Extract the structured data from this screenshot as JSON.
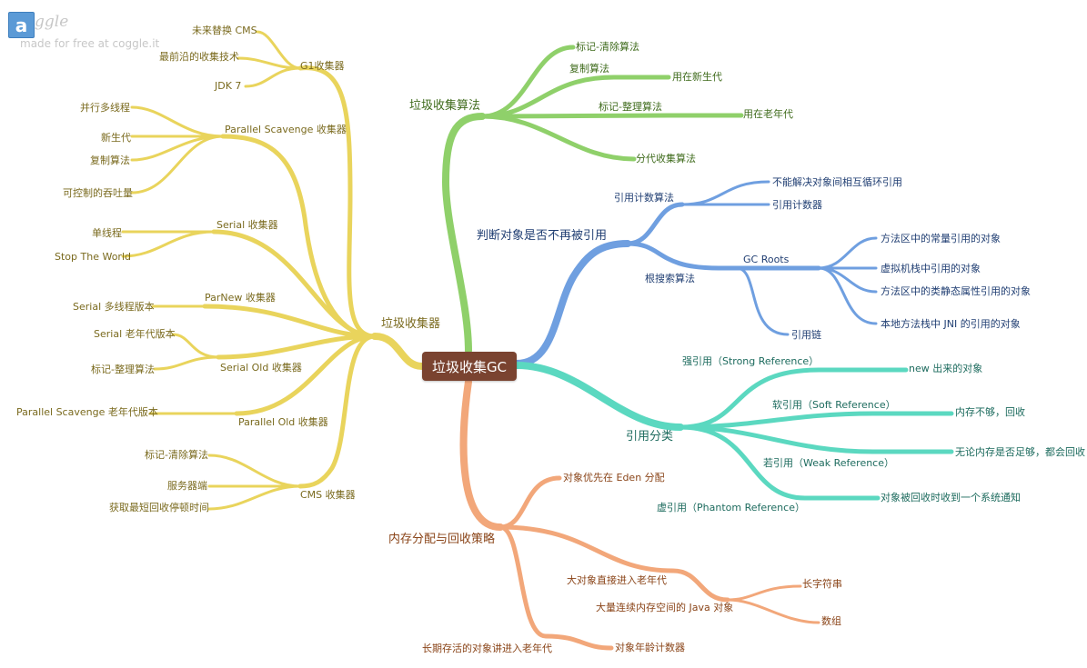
{
  "brand": {
    "logo_glyph": "a",
    "logo_text": "ggle",
    "tagline": "made for free at coggle.it"
  },
  "root": "垃圾收集GC",
  "colors": {
    "yellow": "#e9d45c",
    "green": "#8fd06a",
    "blue": "#6f9fe0",
    "teal": "#5bd8c0",
    "orange": "#f2a77a",
    "root": "#7a4330"
  },
  "collectors": {
    "title": "垃圾收集器",
    "g1": {
      "title": "G1收集器",
      "items": [
        "未来替换 CMS",
        "最前沿的收集技术",
        "JDK 7"
      ]
    },
    "parallel_scavenge": {
      "title": "Parallel Scavenge 收集器",
      "items": [
        "并行多线程",
        "新生代",
        "复制算法",
        "可控制的吞吐量"
      ]
    },
    "serial": {
      "title": "Serial 收集器",
      "items": [
        "单线程",
        "Stop The World"
      ]
    },
    "parnew": {
      "title": "ParNew 收集器",
      "items": [
        "Serial 多线程版本"
      ]
    },
    "serial_old": {
      "title": "Serial Old 收集器",
      "items": [
        "Serial 老年代版本",
        "标记-整理算法"
      ]
    },
    "parallel_old": {
      "title": "Parallel Old 收集器",
      "items": [
        "Parallel Scavenge 老年代版本"
      ]
    },
    "cms": {
      "title": "CMS 收集器",
      "items": [
        "标记-清除算法",
        "服务器端",
        "获取最短回收停顿时间"
      ]
    }
  },
  "algorithms": {
    "title": "垃圾收集算法",
    "mark_sweep": "标记-清除算法",
    "copying": {
      "title": "复制算法",
      "note": "用在新生代"
    },
    "mark_compact": {
      "title": "标记-整理算法",
      "note": "用在老年代"
    },
    "generational": "分代收集算法"
  },
  "judge": {
    "title": "判断对象是否不再被引用",
    "ref_count": {
      "title": "引用计数算法",
      "items": [
        "不能解决对象间相互循环引用",
        "引用计数器"
      ]
    },
    "reachability": {
      "title": "根搜索算法",
      "gc_roots": {
        "title": "GC Roots",
        "items": [
          "方法区中的常量引用的对象",
          "虚拟机栈中引用的对象",
          "方法区中的类静态属性引用的对象",
          "本地方法栈中 JNI 的引用的对象"
        ]
      },
      "chain": "引用链"
    }
  },
  "references": {
    "title": "引用分类",
    "strong": {
      "title": "强引用（Strong Reference）",
      "note": "new 出来的对象"
    },
    "soft": {
      "title": "软引用（Soft Reference）",
      "note": "内存不够，回收"
    },
    "weak": {
      "title": "若引用（Weak Reference）",
      "note": "无论内存是否足够，都会回收"
    },
    "phantom": {
      "title": "虚引用（Phantom Reference）",
      "note": "对象被回收时收到一个系统通知"
    }
  },
  "allocation": {
    "title": "内存分配与回收策略",
    "eden": "对象优先在 Eden 分配",
    "large": {
      "title": "大对象直接进入老年代",
      "sub": "大量连续内存空间的 Java 对象",
      "items": [
        "长字符串",
        "数组"
      ]
    },
    "long_lived": {
      "title": "长期存活的对象讲进入老年代",
      "note": "对象年龄计数器"
    }
  }
}
